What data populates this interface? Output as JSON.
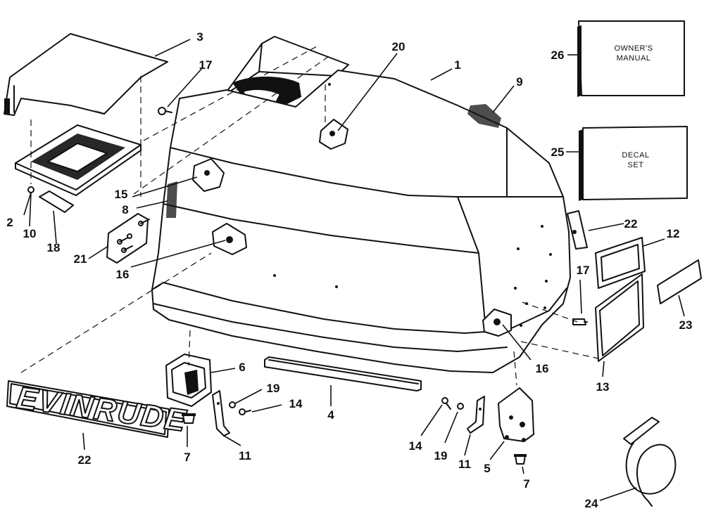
{
  "diagram": {
    "callouts": [
      {
        "id": "c1",
        "text": "1"
      },
      {
        "id": "c2",
        "text": "2"
      },
      {
        "id": "c3",
        "text": "3"
      },
      {
        "id": "c4",
        "text": "4"
      },
      {
        "id": "c5",
        "text": "5"
      },
      {
        "id": "c6",
        "text": "6"
      },
      {
        "id": "c7a",
        "text": "7"
      },
      {
        "id": "c7b",
        "text": "7"
      },
      {
        "id": "c8",
        "text": "8"
      },
      {
        "id": "c9",
        "text": "9"
      },
      {
        "id": "c10",
        "text": "10"
      },
      {
        "id": "c11a",
        "text": "11"
      },
      {
        "id": "c11b",
        "text": "11"
      },
      {
        "id": "c12",
        "text": "12"
      },
      {
        "id": "c13",
        "text": "13"
      },
      {
        "id": "c14a",
        "text": "14"
      },
      {
        "id": "c14b",
        "text": "14"
      },
      {
        "id": "c15",
        "text": "15"
      },
      {
        "id": "c16a",
        "text": "16"
      },
      {
        "id": "c16b",
        "text": "16"
      },
      {
        "id": "c17a",
        "text": "17"
      },
      {
        "id": "c17b",
        "text": "17"
      },
      {
        "id": "c18",
        "text": "18"
      },
      {
        "id": "c19a",
        "text": "19"
      },
      {
        "id": "c19b",
        "text": "19"
      },
      {
        "id": "c20",
        "text": "20"
      },
      {
        "id": "c21",
        "text": "21"
      },
      {
        "id": "c22a",
        "text": "22"
      },
      {
        "id": "c22b",
        "text": "22"
      },
      {
        "id": "c23",
        "text": "23"
      },
      {
        "id": "c24",
        "text": "24"
      },
      {
        "id": "c25",
        "text": "25"
      },
      {
        "id": "c26",
        "text": "26"
      }
    ],
    "owners_manual": {
      "line1": "OWNER'S",
      "line2": "MANUAL"
    },
    "decal_set": {
      "line1": "DECAL",
      "line2": "SET"
    },
    "brand_plate_text": "EVINRUDE"
  }
}
